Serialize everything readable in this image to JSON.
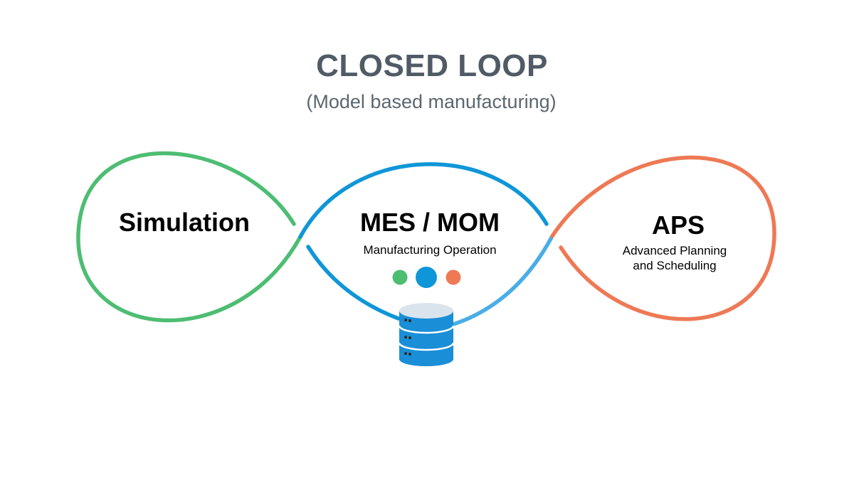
{
  "title": "CLOSED LOOP",
  "subtitle": "(Model based manufacturing)",
  "nodes": {
    "simulation": {
      "title": "Simulation"
    },
    "mes": {
      "title": "MES / MOM",
      "subtitle": "Manufacturing Operation"
    },
    "aps": {
      "title": "APS",
      "subtitle_line1": "Advanced Planning",
      "subtitle_line2": "and Scheduling"
    }
  },
  "colors": {
    "simulation": "#4dbd72",
    "mes": "#0f96d8",
    "mes_light": "#4aaee6",
    "aps": "#ee7955",
    "title_text": "#505b66",
    "database": "#1a8ed6",
    "database_top": "#d9e4ec"
  },
  "icons": [
    "database-icon"
  ]
}
